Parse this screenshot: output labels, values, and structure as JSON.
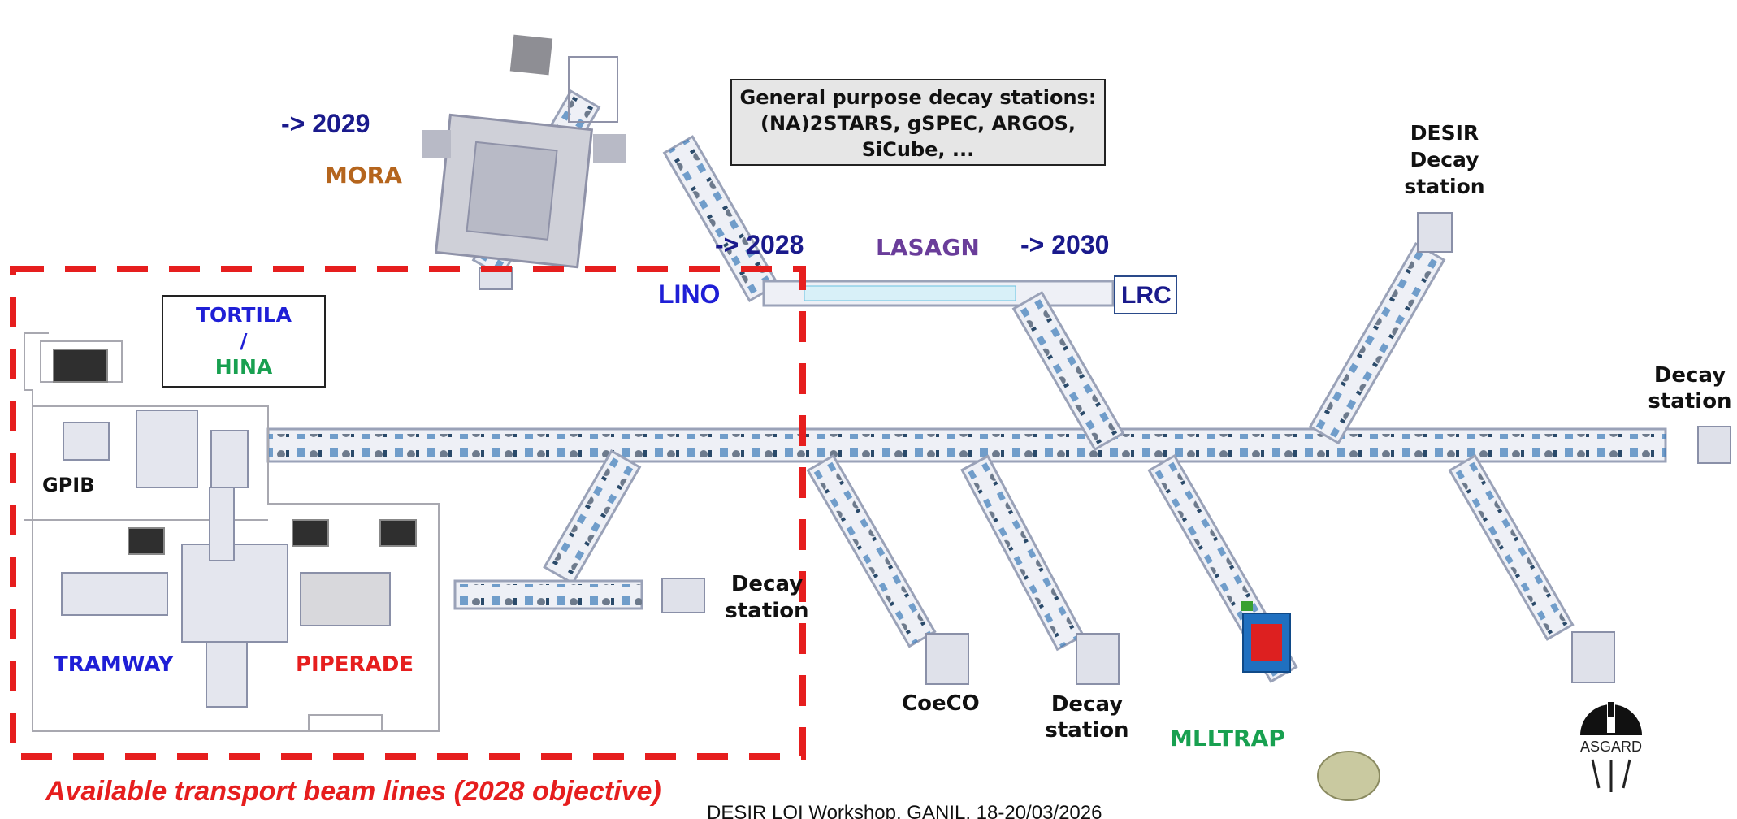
{
  "labels": {
    "year_2029": "-> 2029",
    "mora": "MORA",
    "general_box": [
      "General purpose decay stations:",
      "(NA)2STARS, gSPEC, ARGOS,",
      "SiCube, ..."
    ],
    "desir_decay": [
      "DESIR",
      "Decay",
      "station"
    ],
    "year_2028": "-> 2028",
    "lasagn": "LASAGN",
    "year_2030": "-> 2030",
    "lino": "LINO",
    "lrc": "LRC",
    "tortila": "TORTILA",
    "slash": "/",
    "hina": "HINA",
    "decay_right": [
      "Decay",
      "station"
    ],
    "gpib": "GPIB",
    "decay_mid": [
      "Decay",
      "station"
    ],
    "tramway": "TRAMWAY",
    "piperade": "PIPERADE",
    "coeco": "CoeCO",
    "decay_bottom": [
      "Decay",
      "station"
    ],
    "mlltrap": "MLLTRAP",
    "asgard": "ASGARD"
  },
  "caption": "Available transport beam lines (2028 objective)",
  "footer": "DESIR LOI Workshop, GANIL, 18-20/03/2026",
  "colors": {
    "year_blue": "#1a1a8c",
    "label_blue": "#1f1fd6",
    "purple": "#6a3d9a",
    "orange": "#b5651d",
    "green": "#18a050",
    "red": "#e61e1e",
    "beamline": "#9aa2b8",
    "component": "#3a7ab8"
  }
}
